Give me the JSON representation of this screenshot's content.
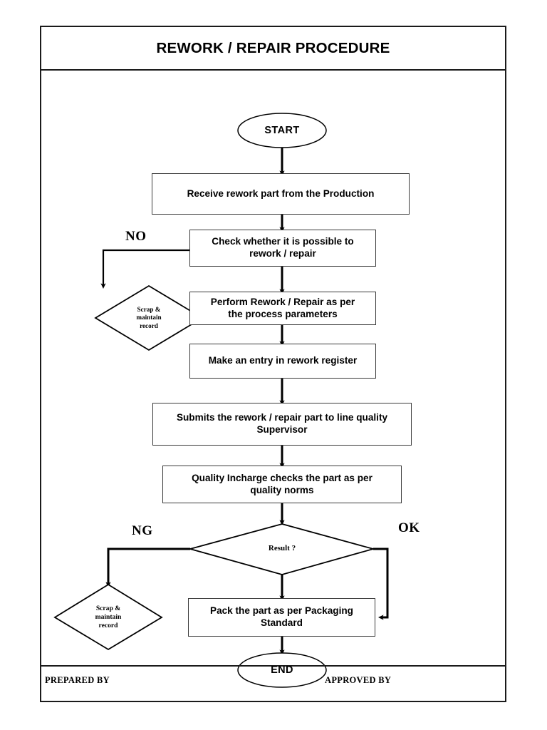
{
  "document": {
    "title": "REWORK / REPAIR PROCEDURE"
  },
  "footer": {
    "prepared_by": "PREPARED BY",
    "approved_by": "APPROVED BY"
  },
  "flowchart": {
    "type": "flowchart",
    "orientation": "top-to-bottom",
    "nodes": [
      {
        "id": "start",
        "shape": "terminator",
        "label": "START"
      },
      {
        "id": "receive",
        "shape": "process",
        "label": "Receive rework part from the Production"
      },
      {
        "id": "check",
        "shape": "process",
        "label": "Check whether it is possible to rework / repair"
      },
      {
        "id": "scrap-1",
        "shape": "decision",
        "label": "Scrap & maintain record"
      },
      {
        "id": "perform",
        "shape": "process",
        "label": "Perform Rework / Repair as per the process parameters"
      },
      {
        "id": "entry",
        "shape": "process",
        "label": "Make an entry in rework register"
      },
      {
        "id": "submit",
        "shape": "process",
        "label": "Submits the rework / repair part to line quality Supervisor"
      },
      {
        "id": "quality-check",
        "shape": "process",
        "label": "Quality Incharge checks the part as per quality norms"
      },
      {
        "id": "result",
        "shape": "decision",
        "label": "Result ?"
      },
      {
        "id": "scrap-2",
        "shape": "decision",
        "label": "Scrap & maintain record"
      },
      {
        "id": "pack",
        "shape": "process",
        "label": "Pack the part as per Packaging Standard"
      },
      {
        "id": "end",
        "shape": "terminator",
        "label": "END"
      }
    ],
    "edges": [
      {
        "from": "start",
        "to": "receive",
        "label": ""
      },
      {
        "from": "receive",
        "to": "check",
        "label": ""
      },
      {
        "from": "check",
        "to": "scrap-1",
        "label": "NO"
      },
      {
        "from": "check",
        "to": "perform",
        "label": ""
      },
      {
        "from": "perform",
        "to": "entry",
        "label": ""
      },
      {
        "from": "entry",
        "to": "submit",
        "label": ""
      },
      {
        "from": "submit",
        "to": "quality-check",
        "label": ""
      },
      {
        "from": "quality-check",
        "to": "result",
        "label": ""
      },
      {
        "from": "result",
        "to": "scrap-2",
        "label": "NG"
      },
      {
        "from": "result",
        "to": "pack",
        "label": ""
      },
      {
        "from": "result",
        "to": "pack",
        "label": "OK"
      },
      {
        "from": "pack",
        "to": "end",
        "label": ""
      }
    ],
    "branch_labels": {
      "no": "NO",
      "ng": "NG",
      "ok": "OK"
    },
    "node_text": {
      "start": "START",
      "receive": "Receive rework part from the Production",
      "check_line1": "Check whether it is possible to",
      "check_line2": "rework / repair",
      "scrap1_line1": "Scrap &",
      "scrap1_line2": "maintain",
      "scrap1_line3": "record",
      "perform_line1": "Perform Rework / Repair as per",
      "perform_line2": "the process parameters",
      "entry": "Make an entry in rework register",
      "submit_line1": "Submits the rework / repair part to line quality",
      "submit_line2": "Supervisor",
      "quality_line1": "Quality Incharge checks the part as per",
      "quality_line2": "quality norms",
      "result": "Result ?",
      "scrap2_line1": "Scrap &",
      "scrap2_line2": "maintain",
      "scrap2_line3": "record",
      "pack_line1": "Pack the part as per Packaging",
      "pack_line2": "Standard",
      "end": "END"
    },
    "colors": {
      "line": "#000000",
      "box_border": "#3a3a3a",
      "sheet_border": "#1a1a1a",
      "background": "#ffffff",
      "text": "#000000"
    }
  }
}
